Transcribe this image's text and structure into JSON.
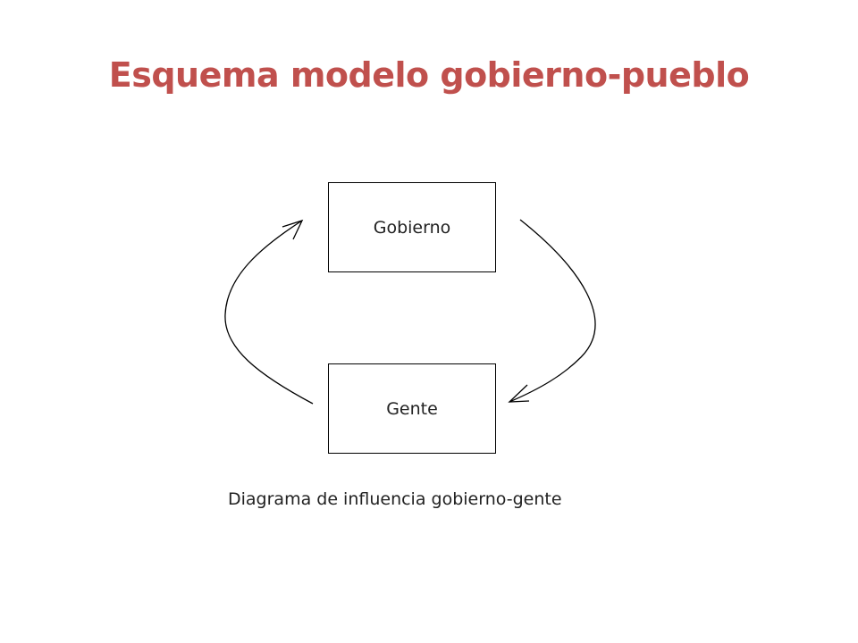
{
  "title": "Esquema modelo gobierno-pueblo",
  "colors": {
    "title": "#c0504d",
    "stroke": "#000000"
  },
  "diagram": {
    "nodes": [
      {
        "id": "gobierno",
        "label": "Gobierno"
      },
      {
        "id": "gente",
        "label": "Gente"
      }
    ],
    "edges": [
      {
        "from": "gobierno",
        "to": "gente"
      },
      {
        "from": "gente",
        "to": "gobierno"
      }
    ],
    "caption": "Diagrama de influencia gobierno-gente"
  }
}
